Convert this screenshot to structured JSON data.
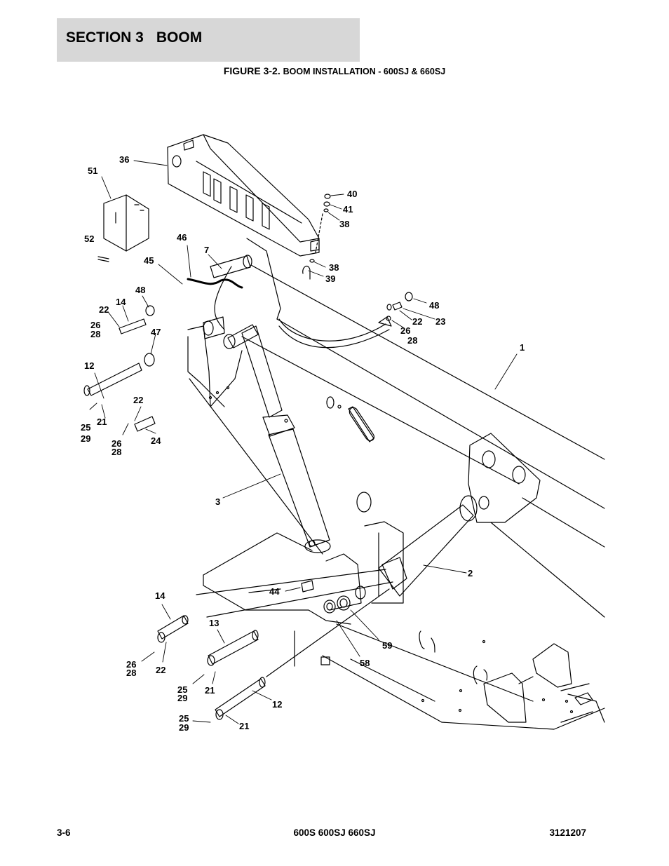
{
  "header": {
    "section_label": "SECTION 3",
    "section_name": "BOOM"
  },
  "figure": {
    "number": "FIGURE 3-2.",
    "title": "BOOM INSTALLATION - 600SJ & 660SJ"
  },
  "callouts": {
    "c36": "36",
    "c51": "51",
    "c52": "52",
    "c46": "46",
    "c7": "7",
    "c45": "45",
    "c40": "40",
    "c41": "41",
    "c38a": "38",
    "c38b": "38",
    "c39": "39",
    "c48a": "48",
    "c14a": "14",
    "c22a": "22",
    "c26a": "26",
    "c28a": "28",
    "c47": "47",
    "c12a": "12",
    "c25a": "25",
    "c29a": "29",
    "c21a": "21",
    "c22b": "22",
    "c26b": "26",
    "c28b": "28",
    "c24": "24",
    "c48b": "48",
    "c22c": "22",
    "c23": "23",
    "c26c": "26",
    "c28c": "28",
    "c1": "1",
    "c3": "3",
    "c2": "2",
    "c44": "44",
    "c14b": "14",
    "c13": "13",
    "c26d": "26",
    "c28d": "28",
    "c22d": "22",
    "c25b": "25",
    "c29b": "29",
    "c21b": "21",
    "c12b": "12",
    "c58": "58",
    "c59": "59",
    "c25c": "25",
    "c29c": "29",
    "c21c": "21"
  },
  "footer": {
    "page": "3-6",
    "models": "600S 600SJ 660SJ",
    "doc_number": "3121207"
  }
}
